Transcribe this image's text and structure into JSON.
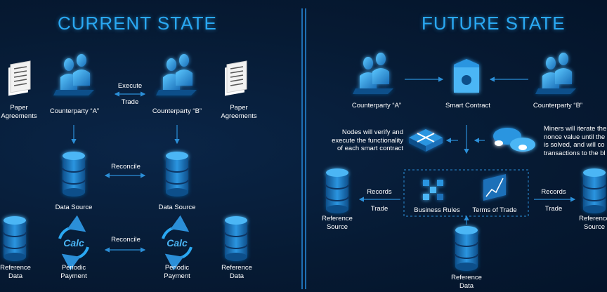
{
  "current": {
    "title": "CURRENT STATE",
    "paper_a": "Paper\nAgreements",
    "paper_b": "Paper\nAgreements",
    "cp_a": "Counterparty “A”",
    "cp_b": "Counterparty “B”",
    "execute": "Execute",
    "trade": "Trade",
    "reconcile_1": "Reconcile",
    "ds_a": "Data Source",
    "ds_b": "Data Source",
    "reconcile_2": "Reconcile",
    "ref_a": "Reference\nData",
    "ref_b": "Reference\nData",
    "pay_a": "Periodic\nPayment",
    "pay_b": "Periodic\nPayment",
    "calc": "Calc"
  },
  "future": {
    "title": "FUTURE STATE",
    "cp_a": "Counterparty “A”",
    "smart": "Smart Contract",
    "cp_b": "Counterparty “B”",
    "nodes": "Nodes will verify and\nexecute the functionality\nof each smart contract",
    "miners": "Miners will iterate the\nnonce value until the\nis solved, and will co\ntransactions to the bl",
    "records_l": "Records",
    "trade_l": "Trade",
    "records_r": "Records",
    "trade_r": "Trade",
    "ref_src_l": "Reference\nSource",
    "ref_src_r": "Reference\nSource",
    "biz": "Business Rules",
    "terms": "Terms of Trade",
    "ref_data": "Reference\nData"
  },
  "colors": {
    "accent": "#2aa8f2",
    "bg": "#061a33",
    "line": "#1e6fb3"
  }
}
